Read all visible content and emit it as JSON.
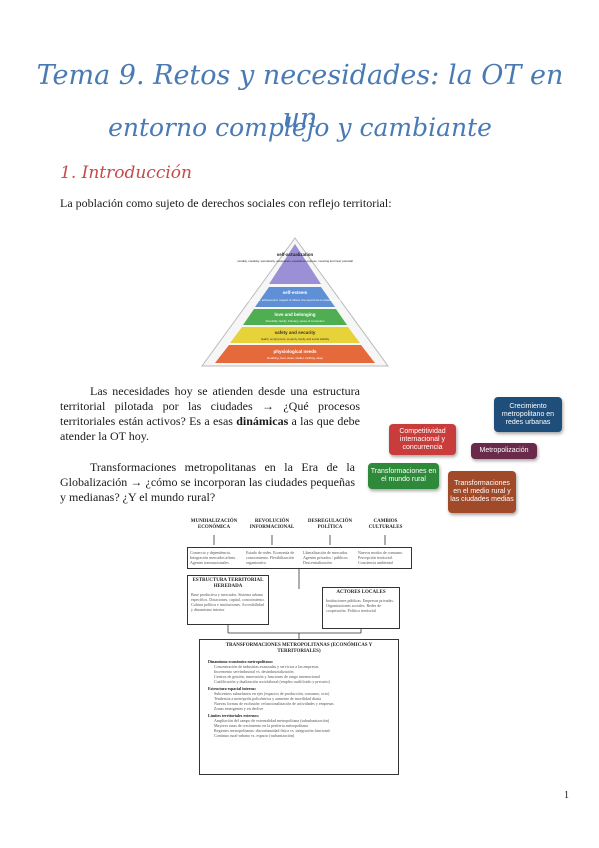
{
  "title": {
    "line1": "Tema 9. Retos y necesidades: la OT en un",
    "line2": "entorno complejo y cambiante"
  },
  "section": {
    "heading": "1. Introducción"
  },
  "paragraphs": {
    "p1": "La población como sujeto de derechos sociales con reflejo territorial:",
    "p2_a": "Las necesidades hoy se atienden desde una estructura territorial pilotada por las ciudades → ¿Qué procesos territoriales están activos? Es a esas",
    "p2_bold": "dinámicas",
    "p2_b": "a las que debe atender la OT hoy.",
    "p3": "Transformaciones metropolitanas en la Era de la Globalización → ¿cómo se incorporan las ciudades pequeñas y medianas? ¿Y el mundo rural?"
  },
  "pyramid": {
    "levels": [
      {
        "title": "self-actualization",
        "desc": "morality, creativity, spontaneity, acceptance, experience purpose, meaning and inner potential",
        "color": "#9b8fd6"
      },
      {
        "title": "self-esteem",
        "desc": "confidence, achievement, respect of others, the need to be a unique individual",
        "color": "#5f8fd4"
      },
      {
        "title": "love and belonging",
        "desc": "friendship, family, intimacy, sense of connection",
        "color": "#4fae52"
      },
      {
        "title": "safety and security",
        "desc": "health, employment, property, family and social stability",
        "color": "#e8d23a"
      },
      {
        "title": "physiological needs",
        "desc": "breathing, food, water, shelter, clothing, sleep",
        "color": "#e46a3c"
      }
    ]
  },
  "boxes": {
    "b1": {
      "text": "Competitividad internacional y concurrencia",
      "color": "#c83c3c"
    },
    "b2": {
      "text": "Crecimiento metropolitano en redes urbanas",
      "color": "#1f4e7a"
    },
    "b3": {
      "text": "Metropolización",
      "color": "#6a2a4a"
    },
    "b4": {
      "text": "Transformaciones en el mundo rural",
      "color": "#2e8a3a"
    },
    "b5": {
      "text": "Transformaciones en el medio rural y las ciudades medias",
      "color": "#a04a2a"
    }
  },
  "diagram": {
    "top_headers": [
      "MUNDIALIZACIÓN ECONÓMICA",
      "REVOLUCIÓN INFORMACIONAL",
      "DESREGULACIÓN POLÍTICA",
      "CAMBIOS CULTURALES"
    ],
    "top_details": [
      "Comercio y dependencia. Integración mercados afines. Agentes transnacionales",
      "Estado de redes. Economía de conocimiento. Flexibilización organizativa",
      "Liberalización de mercados. Agentes privados / públicos. Descentralización",
      "Nuevos modos de consumo. Percepción territorial. Conciencia ambiental"
    ],
    "left_title": "ESTRUCTURA TERRITORIAL HEREDADA",
    "left_items": "Base productiva y mercados. Sistema urbano específico. Dotaciones, capital, conocimiento. Cultura política e instituciones. Accesibilidad y dinamismo interior",
    "right_title": "ACTORES LOCALES",
    "right_items": "Instituciones públicas. Empresas privadas. Organizaciones sociales. Redes de cooperación. Política territorial",
    "bottom_title": "TRANSFORMACIONES METROPOLITANAS (ECONÓMICAS Y TERRITORIALES)",
    "bottom_items": [
      "Dinamismo económico metropolitano:",
      "Concentración de industrias avanzadas y servicios a las empresas",
      "Incremento servindustrial vs. desindustrialización",
      "Centros de gestión, innovación y funciones de rango internacional",
      "Cualificación y dualización sociolaboral (empleo cualificado y precario)",
      "Estructura espacial interna:",
      "Subcentros suburbanos en ejes (espacios de producción, consumo, ocio)",
      "Tendencia a metrópolis policéntrica y aumento de movilidad diaria",
      "Nuevas formas de exclusión: refuncionalización de actividades y empresas",
      "Zonas emergentes y en declive",
      "Límites territoriales externos:",
      "Ampliación del campo de externalidad metropolitana (suburbanización)",
      "Mayores tasas de crecimiento en la periferia metropolitana",
      "Regiones metropolitanas: discontinuidad física vs. integración funcional",
      "Continuo rural-urbano vs. espacio (rurbanización)"
    ]
  },
  "page_number": "1"
}
